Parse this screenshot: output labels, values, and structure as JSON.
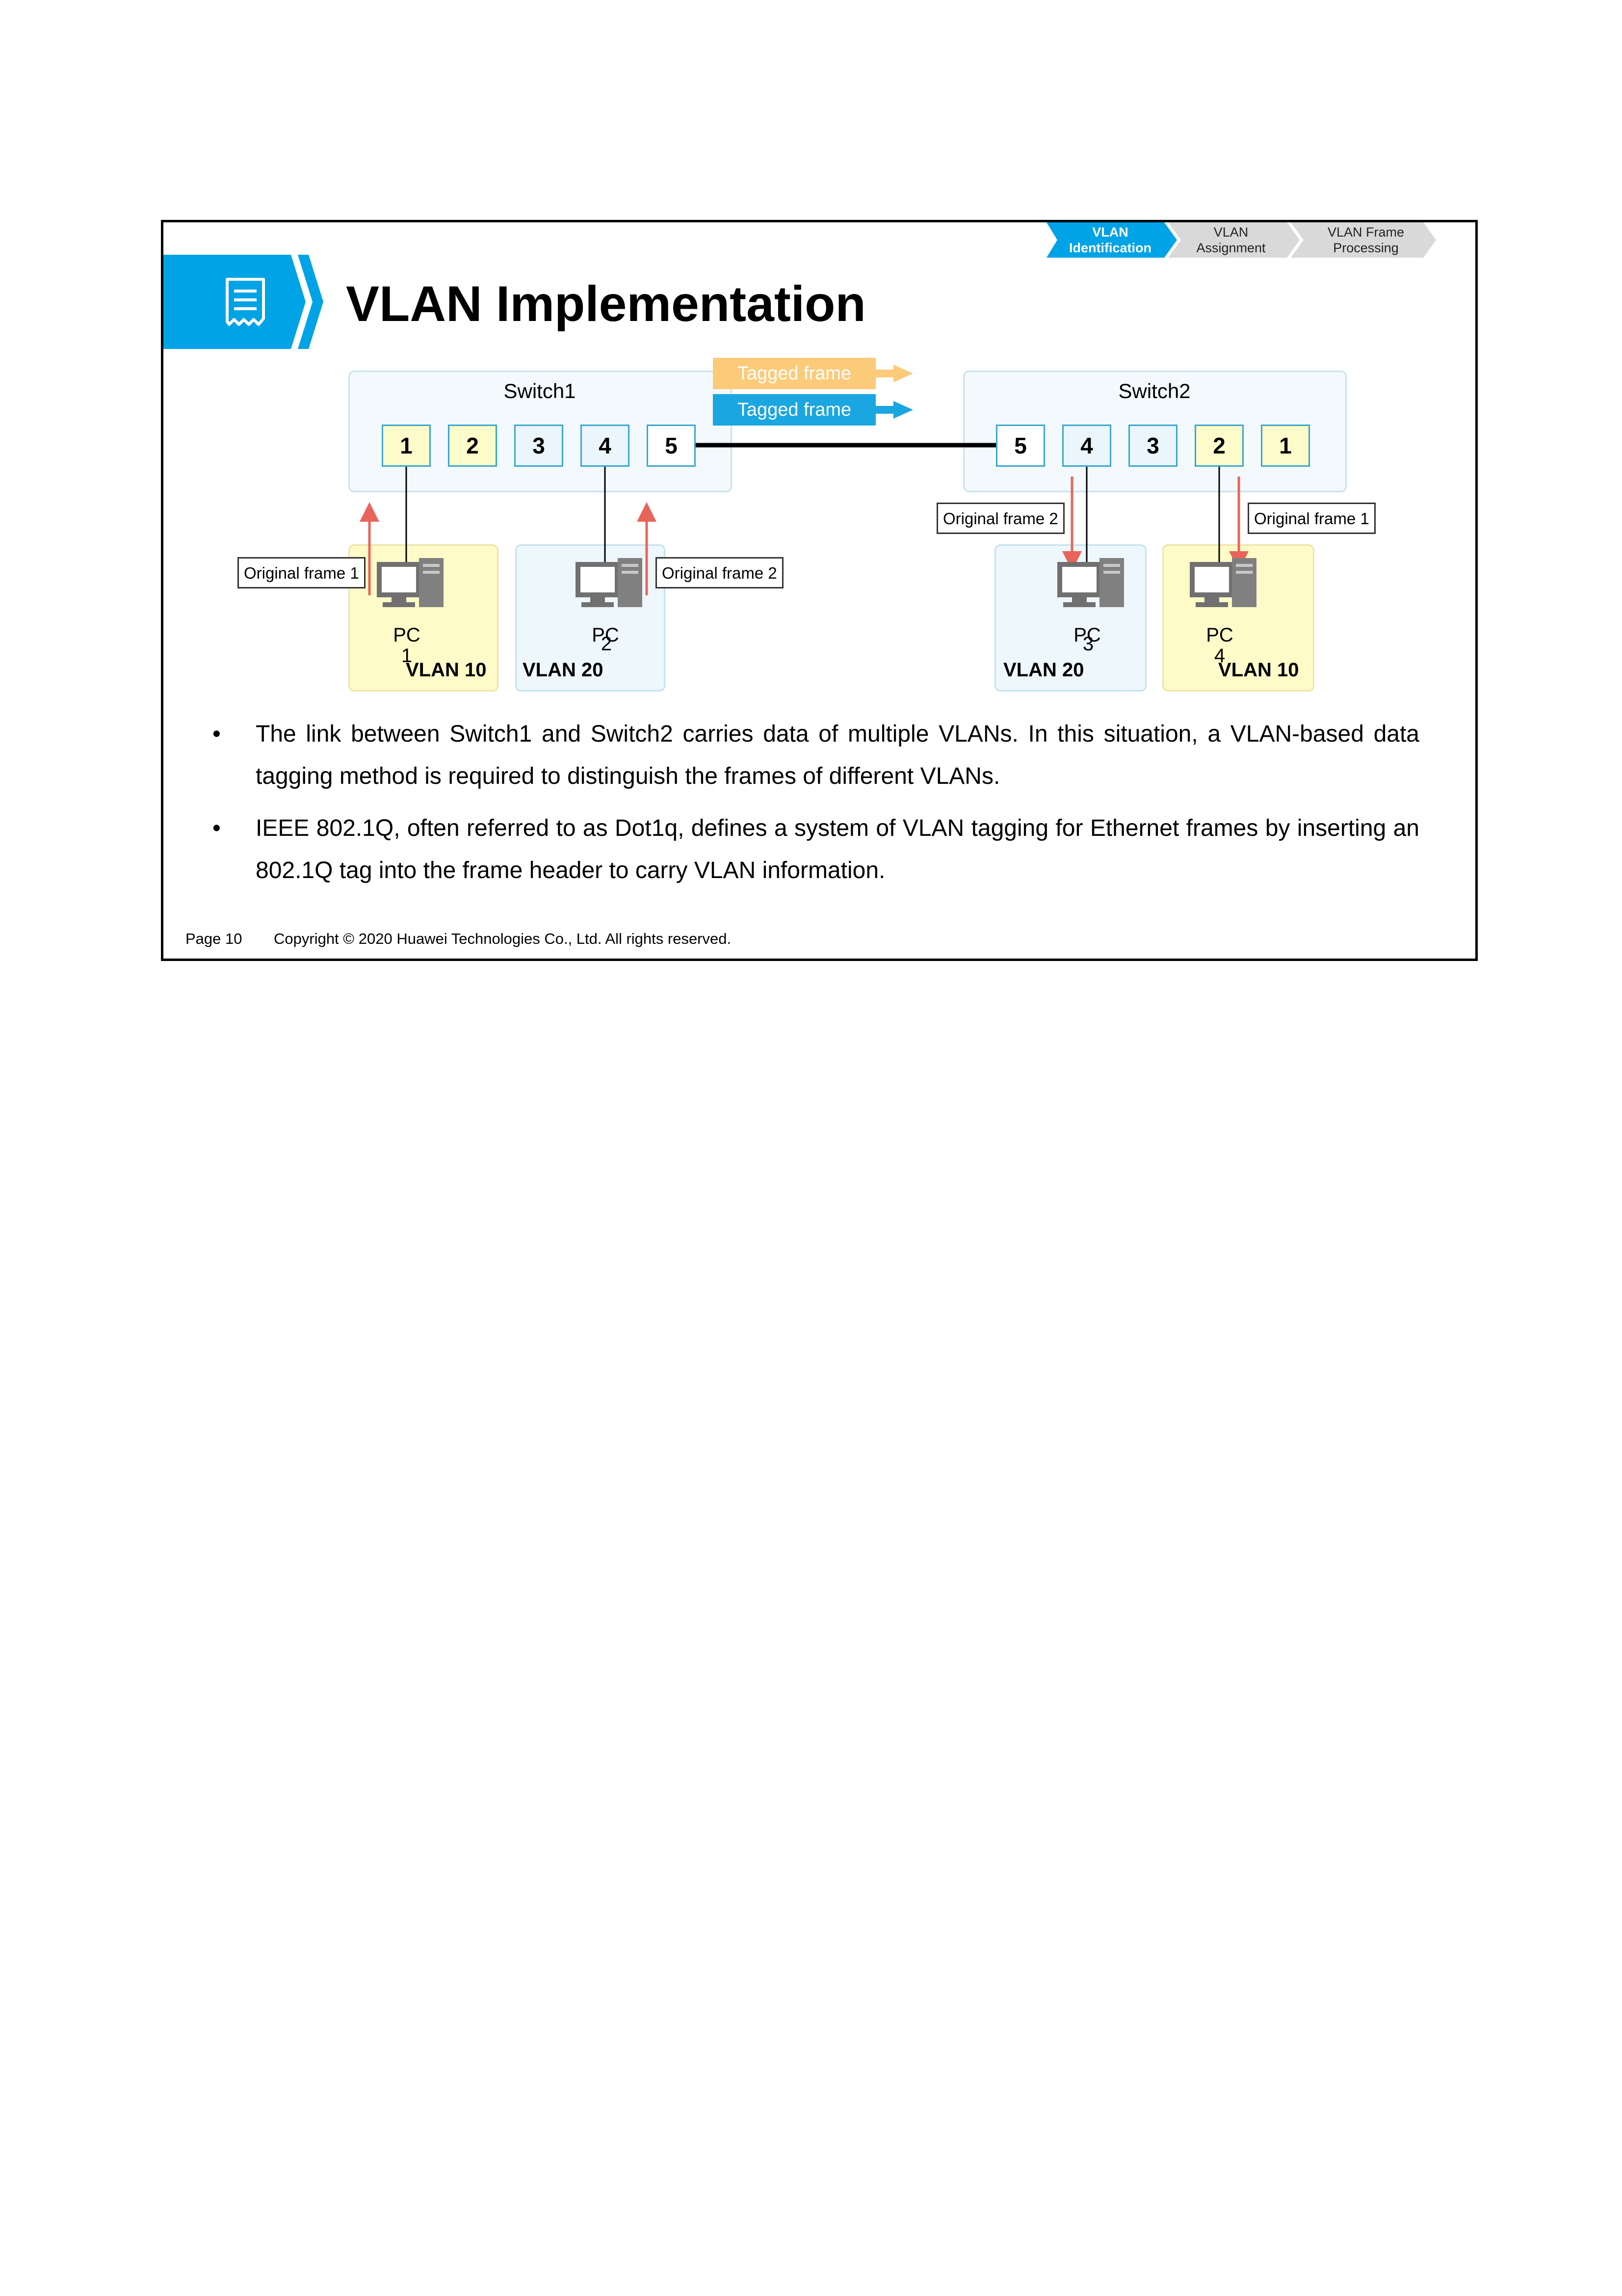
{
  "header": {
    "title": "VLAN Implementation",
    "nav_steps": [
      {
        "label": "VLAN Identification",
        "active": true
      },
      {
        "label": "VLAN Assignment",
        "active": false
      },
      {
        "label": "VLAN Frame Processing",
        "active": false
      }
    ],
    "icon": "document-icon"
  },
  "diagram": {
    "switch1": {
      "label": "Switch1",
      "ports": [
        "1",
        "2",
        "3",
        "4",
        "5"
      ]
    },
    "switch2": {
      "label": "Switch2",
      "ports": [
        "5",
        "4",
        "3",
        "2",
        "1"
      ]
    },
    "tagged_frames": [
      {
        "label": "Tagged frame",
        "color": "#fbcb7a"
      },
      {
        "label": "Tagged frame",
        "color": "#1aa6e0"
      }
    ],
    "callouts": [
      "Original frame 1",
      "Original frame 2",
      "Original frame 2",
      "Original frame 1"
    ],
    "pcs": [
      {
        "label": "PC",
        "num": "1",
        "vlan": "VLAN 10"
      },
      {
        "label": "PC",
        "num": "2",
        "vlan": "VLAN 20"
      },
      {
        "label": "PC",
        "num": "3",
        "vlan": "VLAN 20"
      },
      {
        "label": "PC",
        "num": "4",
        "vlan": "VLAN 10"
      }
    ],
    "colors": {
      "vlan10": "#fefbc9",
      "vlan20": "#eef7fc",
      "arrow": "#e8645a",
      "accent": "#00a3e6"
    }
  },
  "bullets": [
    "The link between Switch1 and Switch2 carries data of multiple VLANs. In this situation, a VLAN-based data tagging method is required to distinguish the frames of different VLANs.",
    "IEEE 802.1Q, often referred to as Dot1q, defines a system of VLAN tagging for Ethernet frames by inserting an 802.1Q tag into the frame header to carry VLAN information."
  ],
  "footer": {
    "page": "Page 10",
    "copyright": "Copyright © 2020 Huawei Technologies Co., Ltd. All rights reserved."
  }
}
